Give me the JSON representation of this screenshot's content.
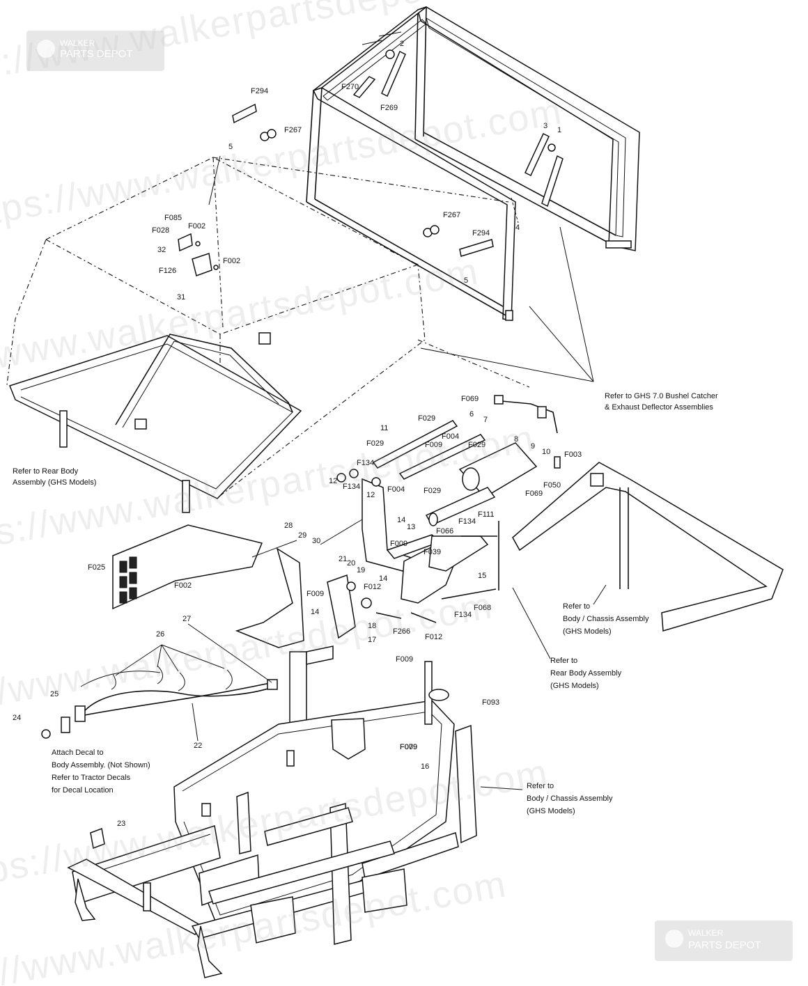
{
  "watermark": {
    "text": "https://www.walkerpartsdepot.com",
    "logo_line1": "WALKER",
    "logo_line2": "PARTS DEPOT",
    "logo_icon": "walker-w-badge-icon"
  },
  "callouts": [
    "1",
    "2",
    "3",
    "4",
    "5",
    "5",
    "6",
    "7",
    "8",
    "9",
    "10",
    "11",
    "12",
    "12",
    "13",
    "14",
    "14",
    "14",
    "15",
    "16",
    "17",
    "18",
    "19",
    "20",
    "21",
    "22",
    "23",
    "24",
    "25",
    "26",
    "27",
    "28",
    "29",
    "30",
    "31",
    "32",
    "F002",
    "F002",
    "F002",
    "F003",
    "F004",
    "F004",
    "F009",
    "F009",
    "F009",
    "F009",
    "F009",
    "F012",
    "F012",
    "F025",
    "F028",
    "F029",
    "F029",
    "F029",
    "F029",
    "F039",
    "F050",
    "F066",
    "F068",
    "F069",
    "F069",
    "F079",
    "F085",
    "F093",
    "F111",
    "F126",
    "F134",
    "F134",
    "F134",
    "F134",
    "F266",
    "F267",
    "F267",
    "F269",
    "F270",
    "F294",
    "F294"
  ],
  "notes": {
    "bushel_catcher": [
      "Refer to GHS 7.0 Bushel Catcher",
      "& Exhaust Deflector Assemblies"
    ],
    "rear_body_left": [
      "Refer to Rear Body",
      "Assembly (GHS Models)"
    ],
    "body_chassis_right": [
      "Refer to",
      "Body / Chassis Assembly",
      "(GHS Models)"
    ],
    "rear_body_mid": [
      "Refer to",
      "Rear Body Assembly",
      "(GHS Models)"
    ],
    "decal": [
      "Attach Decal to",
      "Body Assembly. (Not Shown)",
      "Refer to Tractor Decals",
      "for Decal Location"
    ],
    "body_chassis_lower": [
      "Refer to",
      "Body / Chassis Assembly",
      "(GHS Models)"
    ]
  }
}
